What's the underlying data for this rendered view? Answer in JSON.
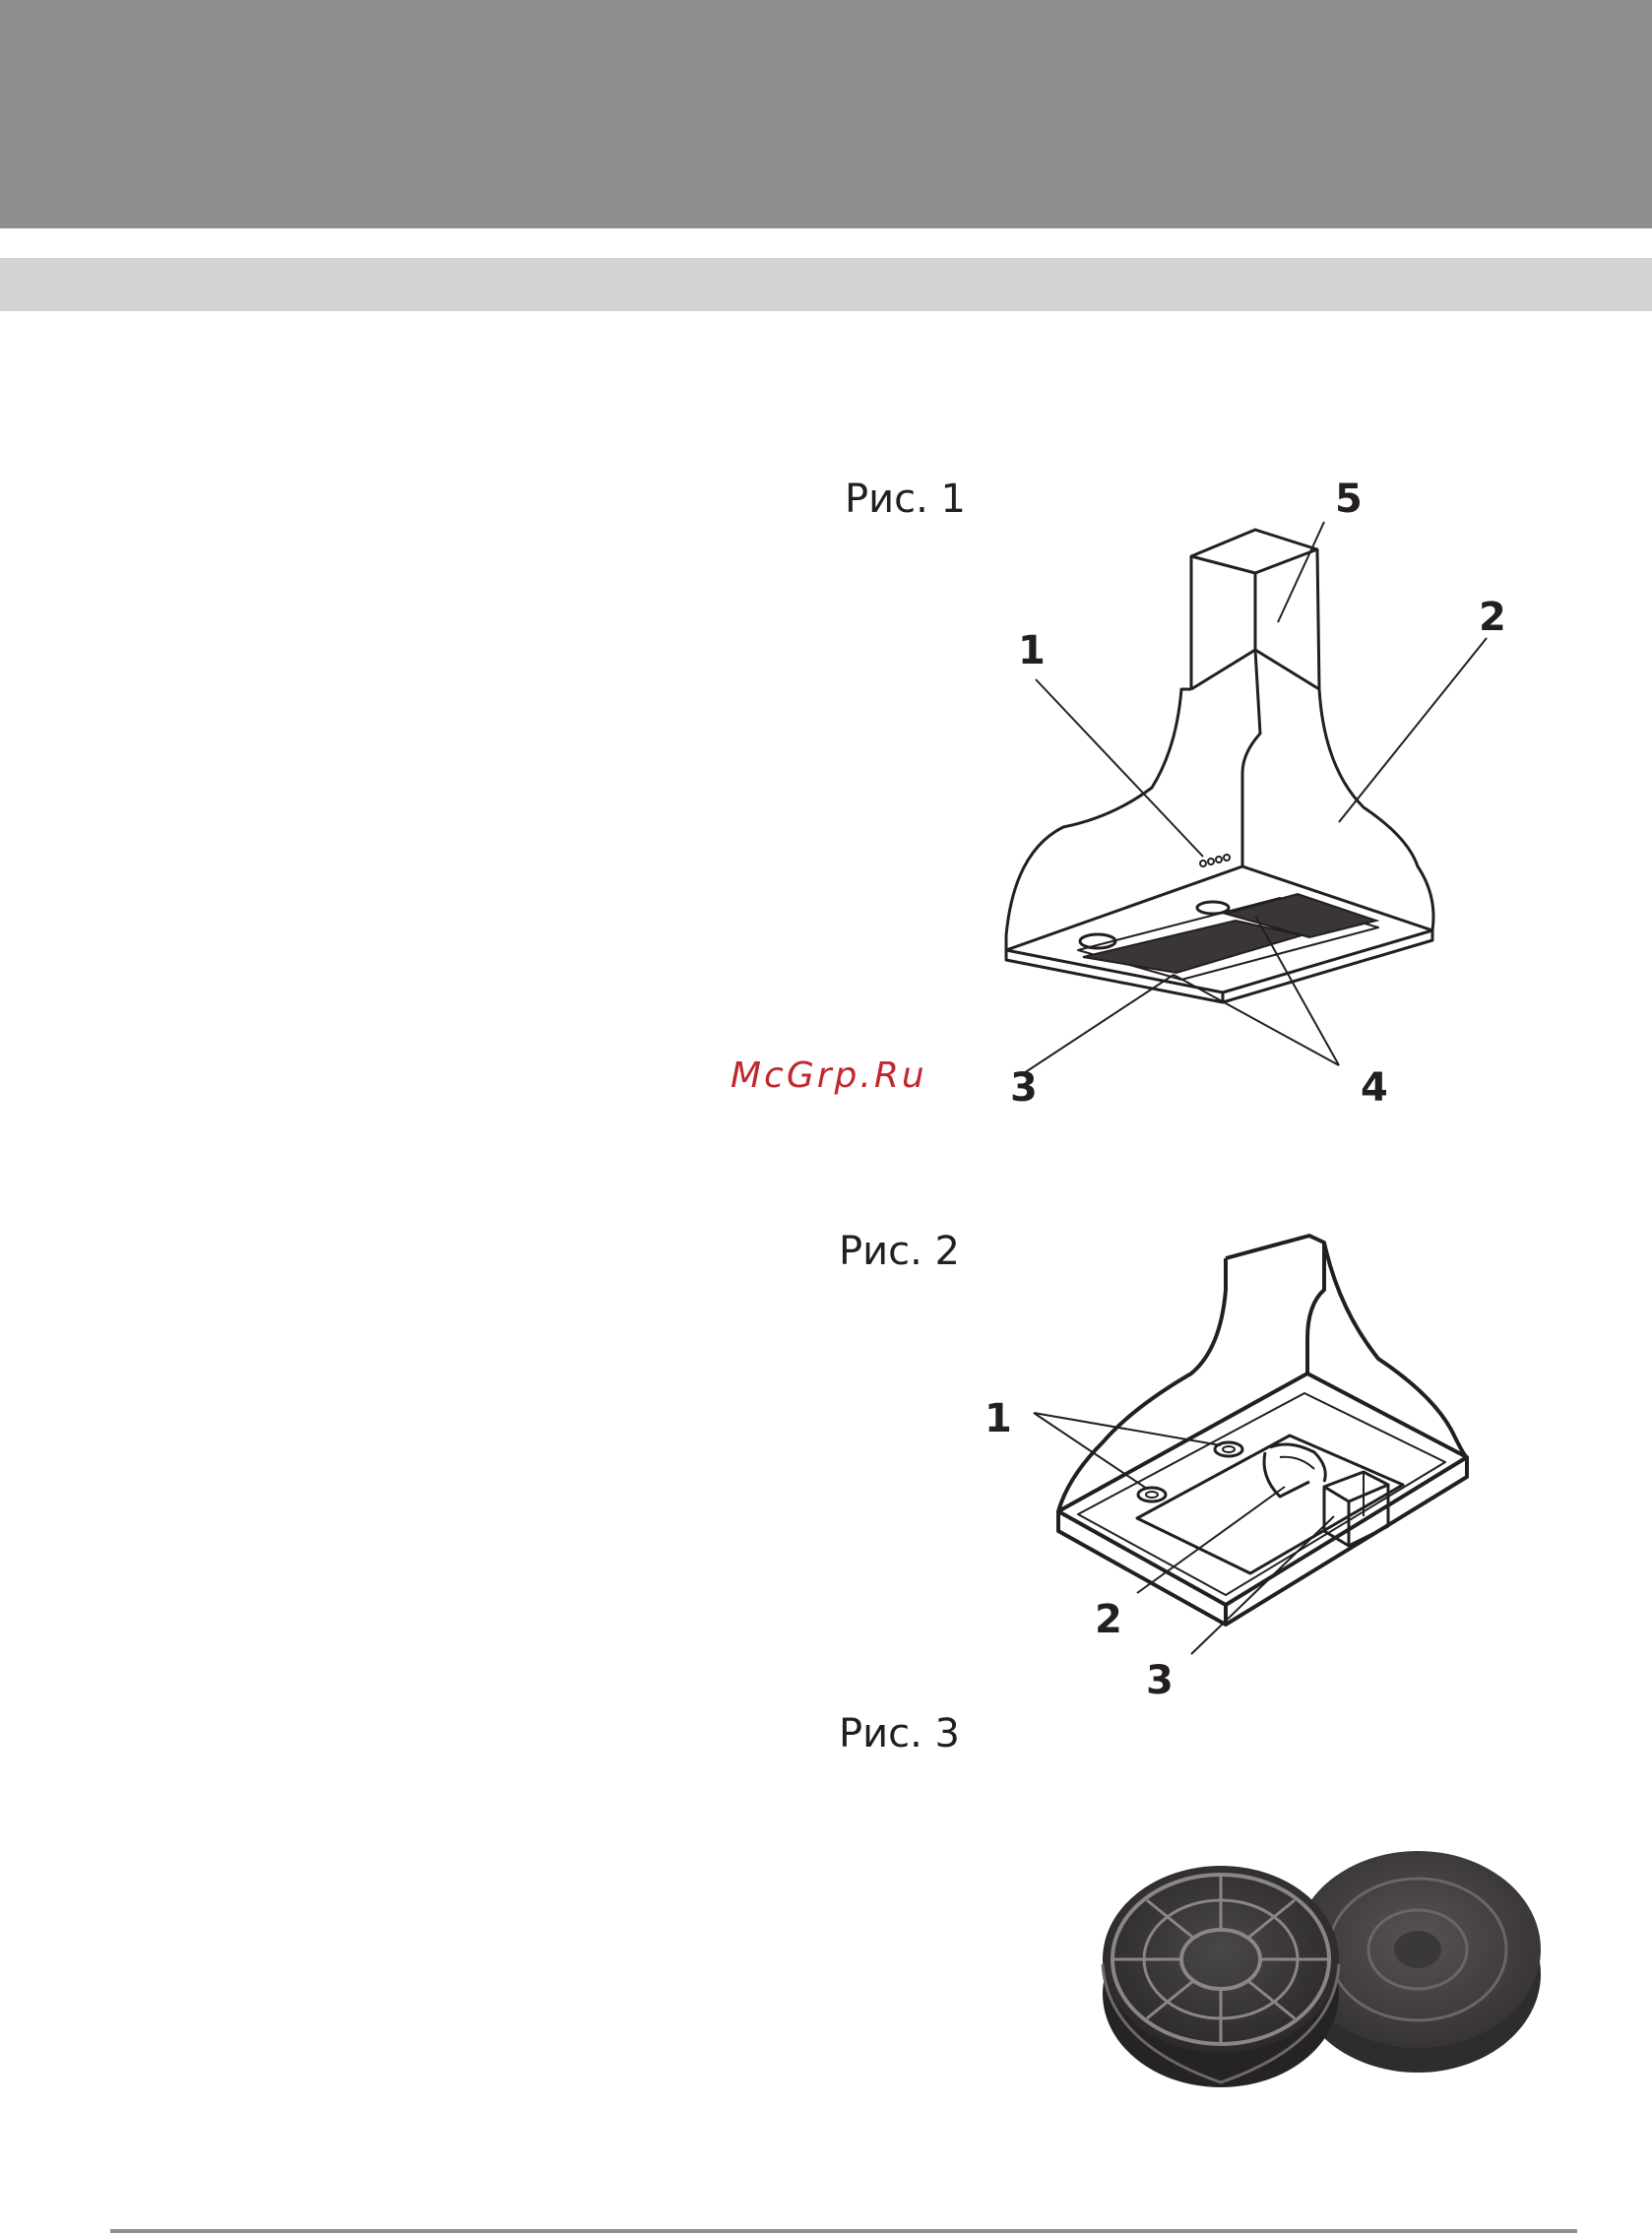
{
  "figures": [
    {
      "label": "Рис. 1",
      "callouts": [
        "1",
        "2",
        "3",
        "4",
        "5"
      ]
    },
    {
      "label": "Рис. 2",
      "callouts": [
        "1",
        "2",
        "3"
      ]
    },
    {
      "label": "Рис. 3"
    }
  ],
  "watermark": {
    "text": "McGrp.Ru",
    "color": "#c1272d"
  },
  "colors": {
    "header_band": "#8f8e8f",
    "sub_band": "#d3d3d3",
    "line": "#231f20"
  }
}
